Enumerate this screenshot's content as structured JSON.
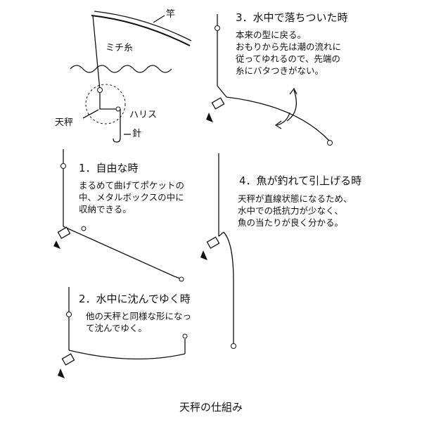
{
  "overview": {
    "rod_label": "竿",
    "line_label": "ミチ糸",
    "tenbin_label": "天秤",
    "harisu_label": "ハリス",
    "hook_label": "針"
  },
  "panels": [
    {
      "title": "1．自由な時",
      "lines": [
        "まるめて曲げてポケットの",
        "中、メタルボックスの中に",
        "収納できる。"
      ]
    },
    {
      "title": "2．水中に沈んでゆく時",
      "lines": [
        "他の天秤と同様な形になっ",
        "て沈んでゆく。"
      ]
    },
    {
      "title": "3．水中で落ちついた時",
      "lines": [
        "本来の型に戻る。",
        "おもりから先は潮の流れに",
        "従ってゆれるので、先端の",
        "糸にバタつきがない。"
      ]
    },
    {
      "title": "4．魚が釣れて引上げる時",
      "lines": [
        "天秤が直線状態になるため、",
        "水中での抵抗力が少なく、",
        "魚の当たりが良く分かる。"
      ]
    }
  ],
  "caption": "天秤の仕組み"
}
